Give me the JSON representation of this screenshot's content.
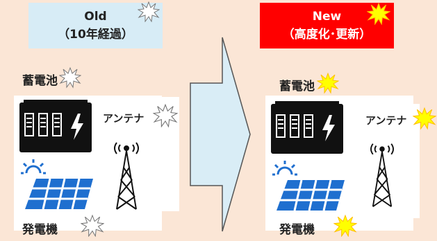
{
  "colors": {
    "background": "#fbe6d6",
    "old_banner": "#d7ecf6",
    "new_banner": "#ff0000",
    "arrow_fill": "#d9edf6",
    "arrow_stroke": "#555555",
    "solar_panel": "#1f6fcf",
    "new_sparkle": "#ffff00"
  },
  "old": {
    "title": "Old",
    "subtitle": "（10年経過）",
    "battery_label": "蓄電池",
    "antenna_label": "アンテナ",
    "generator_label": "発電機"
  },
  "new": {
    "title": "New",
    "subtitle": "（高度化･更新）",
    "battery_label": "蓄電池",
    "antenna_label": "アンテナ",
    "generator_label": "発電機"
  },
  "icons": [
    "battery-icon",
    "antenna-tower-icon",
    "solar-panel-icon",
    "sparkle-icon",
    "arrow-icon"
  ]
}
